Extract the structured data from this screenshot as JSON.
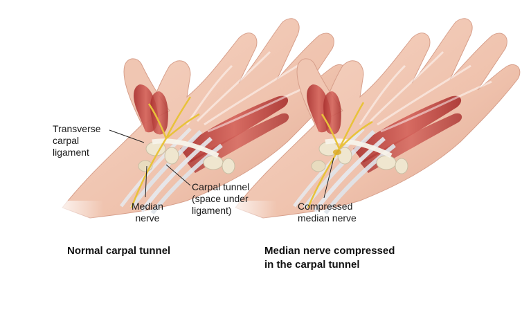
{
  "left_panel": {
    "label_ligament": "Transverse\ncarpal\nligament",
    "label_median": "Median\nnerve",
    "label_tunnel": "Carpal tunnel\n(space under\nligament)",
    "caption": "Normal carpal tunnel"
  },
  "right_panel": {
    "label_compressed": "Compressed\nmedian nerve",
    "caption_line1": "Median nerve compressed",
    "caption_line2": "in the carpal tunnel"
  },
  "colors": {
    "skin": "#f2c7b3",
    "muscle": "#c24a45",
    "nerve": "#e8c23a",
    "bone": "#efe6cf",
    "tendon": "#dfe4ea"
  }
}
